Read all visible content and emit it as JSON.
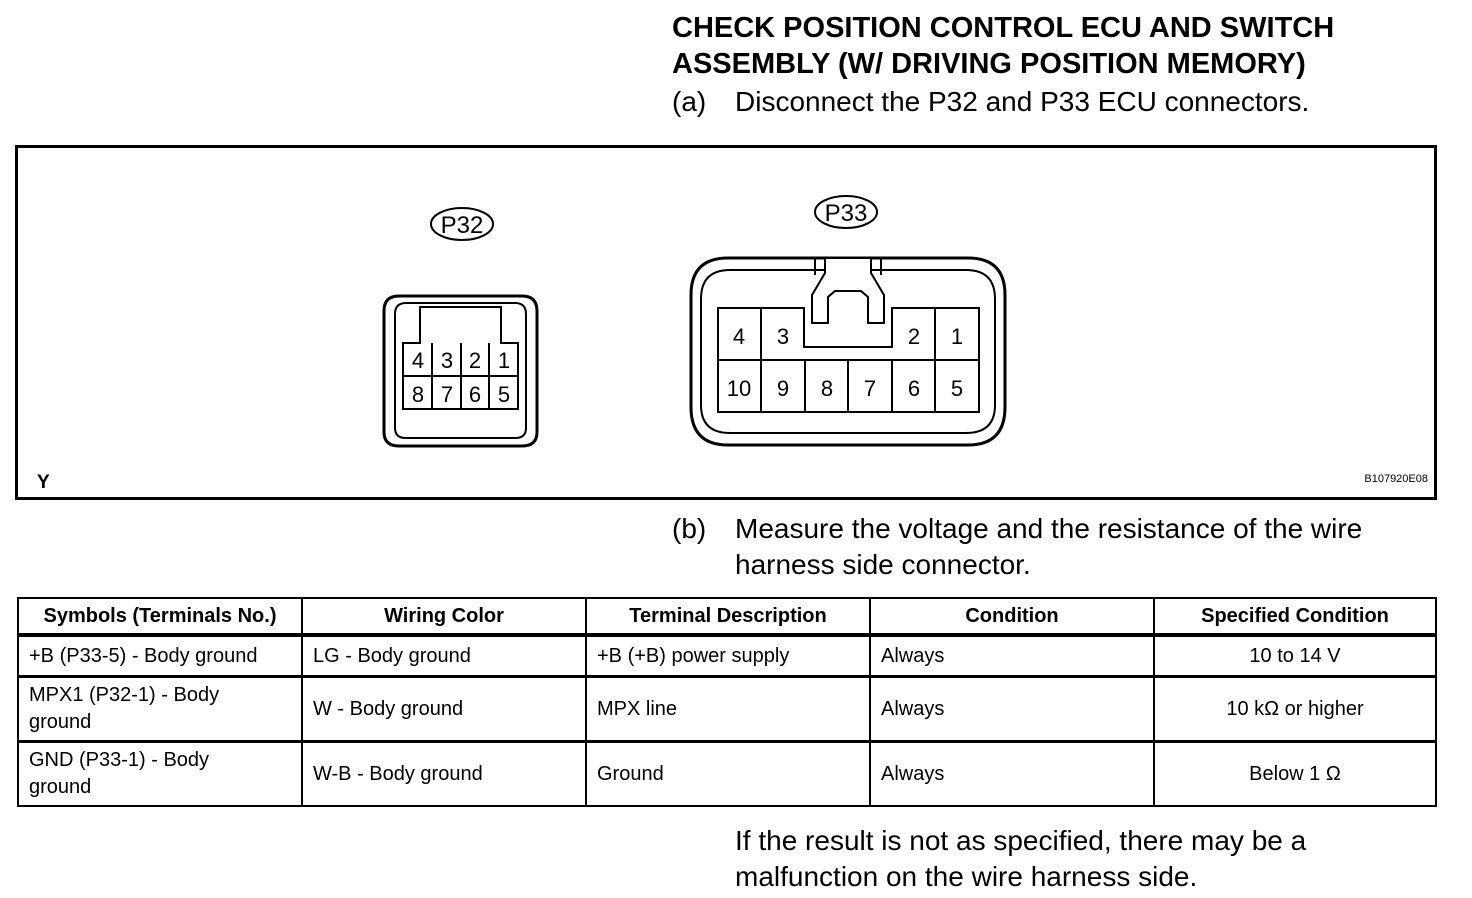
{
  "heading": {
    "line1": "CHECK POSITION CONTROL ECU AND SWITCH",
    "line2": "ASSEMBLY (W/ DRIVING POSITION MEMORY)"
  },
  "step_a": {
    "label": "(a)",
    "text": "Disconnect the P32 and P33 ECU connectors."
  },
  "figure": {
    "p32": {
      "label": "P32",
      "pins_top": [
        "4",
        "3",
        "2",
        "1"
      ],
      "pins_bottom": [
        "8",
        "7",
        "6",
        "5"
      ]
    },
    "p33": {
      "label": "P33",
      "pins_top_left": [
        "4",
        "3"
      ],
      "pins_top_right": [
        "2",
        "1"
      ],
      "pins_bottom": [
        "10",
        "9",
        "8",
        "7",
        "6",
        "5"
      ]
    },
    "corner_letter": "Y",
    "figure_code": "B107920E08"
  },
  "step_b": {
    "label": "(b)",
    "line1": "Measure the voltage and the resistance of the wire",
    "line2": "harness side connector."
  },
  "table": {
    "headers": [
      "Symbols (Terminals No.)",
      "Wiring Color",
      "Terminal Description",
      "Condition",
      "Specified Condition"
    ],
    "rows": [
      {
        "symbol": "+B (P33-5) - Body ground",
        "symbol_line2": "",
        "wiring": "LG - Body ground",
        "description": "+B (+B) power supply",
        "condition": "Always",
        "specified": "10 to 14 V"
      },
      {
        "symbol": "MPX1 (P32-1) -  Body",
        "symbol_line2": "ground",
        "wiring": "W - Body ground",
        "description": "MPX line",
        "condition": "Always",
        "specified": "10 kΩ or higher"
      },
      {
        "symbol": "GND (P33-1) -  Body",
        "symbol_line2": "ground",
        "wiring": "W-B - Body ground",
        "description": "Ground",
        "condition": "Always",
        "specified": "Below 1 Ω"
      }
    ]
  },
  "note": {
    "line1": "If the result is not as specified, there may be a",
    "line2": "malfunction on the wire harness side."
  }
}
